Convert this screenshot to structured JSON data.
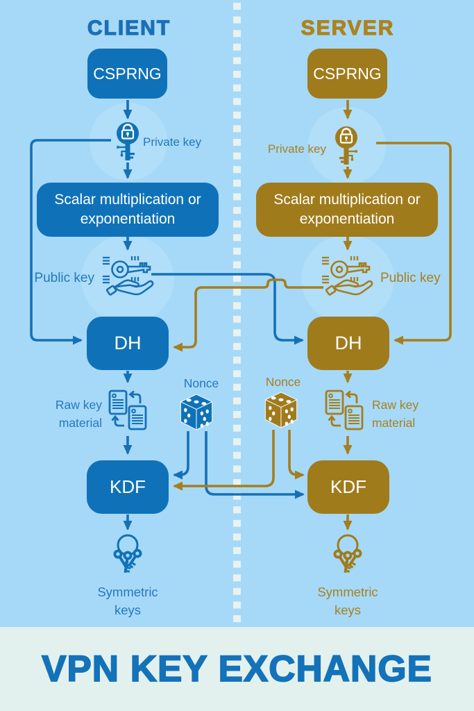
{
  "headers": {
    "client": "CLIENT",
    "server": "SERVER"
  },
  "client": {
    "csprng": "CSPRNG",
    "private_key": "Private key",
    "scalar": "Scalar multiplication or exponentiation",
    "public_key": "Public key",
    "dh": "DH",
    "raw_key": "Raw key\nmaterial",
    "nonce": "Nonce",
    "kdf": "KDF",
    "symmetric": "Symmetric\nkeys"
  },
  "server": {
    "csprng": "CSPRNG",
    "private_key": "Private key",
    "scalar": "Scalar multiplication or exponentiation",
    "public_key": "Public key",
    "dh": "DH",
    "raw_key": "Raw key\nmaterial",
    "nonce": "Nonce",
    "kdf": "KDF",
    "symmetric": "Symmetric\nkeys"
  },
  "footer": {
    "title": "VPN KEY EXCHANGE"
  },
  "colors": {
    "client_accent": "#0f72b8",
    "client_line": "#1670b6",
    "server_accent": "#a07b1c",
    "server_line": "#a57e1d",
    "background": "#a6d9f8",
    "divider_dash": "#e9f2ee",
    "footer_background": "#e3f1ee",
    "footer_title": "#1372b9",
    "box_text": "#ffffff"
  },
  "icons": {
    "private_key": "lock-key-icon",
    "public_key": "key-in-hand-icon",
    "raw_key": "documents-exchange-icon",
    "nonce": "dice-icon",
    "symmetric": "keyring-icon"
  }
}
